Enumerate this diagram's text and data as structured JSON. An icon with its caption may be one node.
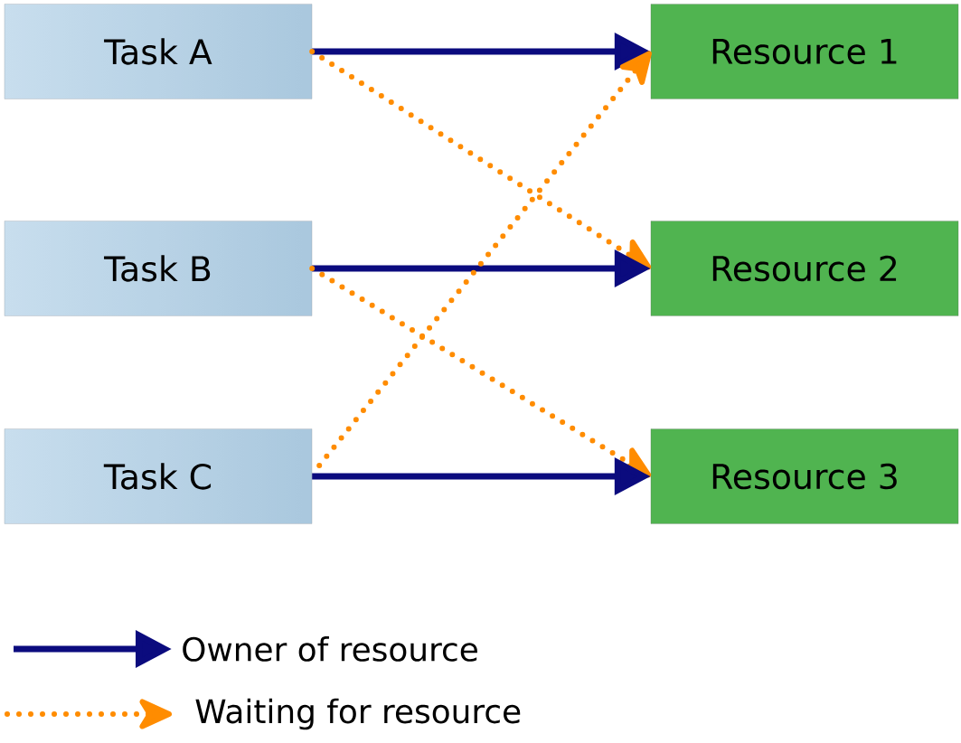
{
  "diagram": {
    "nodes": [
      {
        "text": [
          "Task A"
        ]
      },
      {
        "text": [
          "Resource 1"
        ]
      },
      {
        "text": [
          "Task B"
        ]
      },
      {
        "text": [
          "Resource 2"
        ]
      },
      {
        "text": [
          "Task C"
        ]
      },
      {
        "text": [
          "Resource 3"
        ]
      }
    ],
    "edges": [
      {
        "from": 0,
        "to": 1,
        "arrow": "to"
      },
      {
        "from": 0,
        "to": 3,
        "arrow": "to",
        "style": "dashed",
        "color": "#ff8c00"
      },
      {
        "from": 2,
        "to": 3,
        "arrow": "to"
      },
      {
        "from": 2,
        "to": 5,
        "arrow": "to",
        "style": "dashed",
        "color": "#ff8c00"
      },
      {
        "from": 4,
        "to": 5,
        "arrow": "to"
      },
      {
        "from": 4,
        "to": 1,
        "arrow": "to",
        "style": "dashed",
        "color": "#ff8c00"
      }
    ],
    "legend": [
      {
        "text": "Owner of resource"
      },
      {
        "text": "Waiting for resource"
      }
    ]
  }
}
